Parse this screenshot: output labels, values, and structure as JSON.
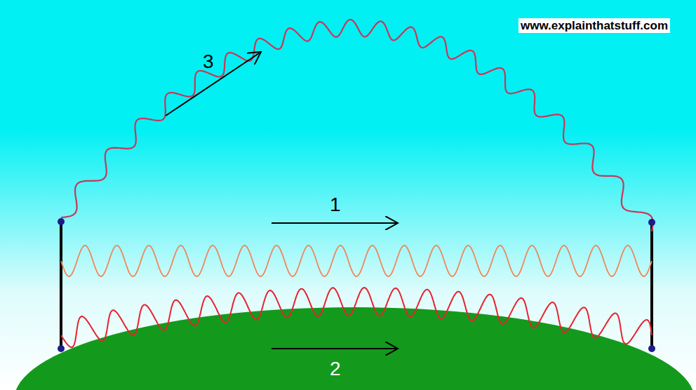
{
  "diagram": {
    "labels": [
      "www.explainthatstuff.com",
      "3",
      "1",
      "2"
    ]
  }
}
